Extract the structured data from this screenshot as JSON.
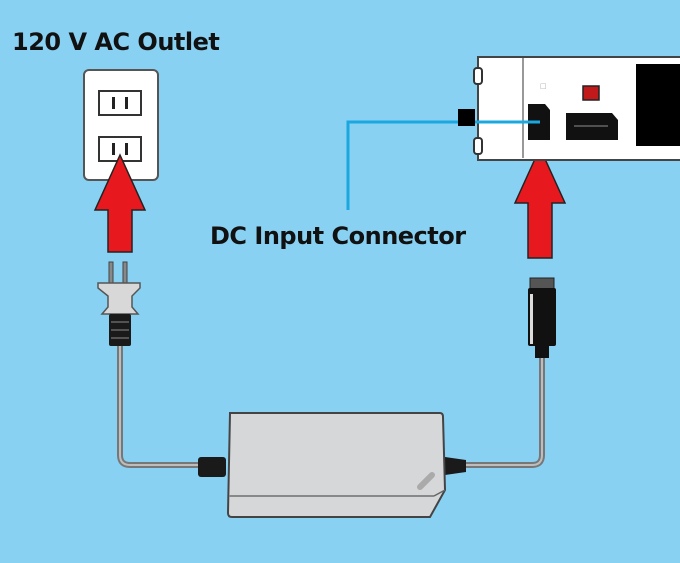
{
  "labels": {
    "outlet": "120 V AC Outlet",
    "dc_input": "DC Input Connector"
  },
  "colors": {
    "background": "#88d1f2",
    "arrow": "#e8191e",
    "leader_line": "#1ba8e0",
    "adapter_body": "#d6d7d9",
    "cable": "#9a9a9a"
  },
  "components": [
    "ac-outlet",
    "ac-plug",
    "power-adapter",
    "dc-plug",
    "console-rear-panel"
  ]
}
